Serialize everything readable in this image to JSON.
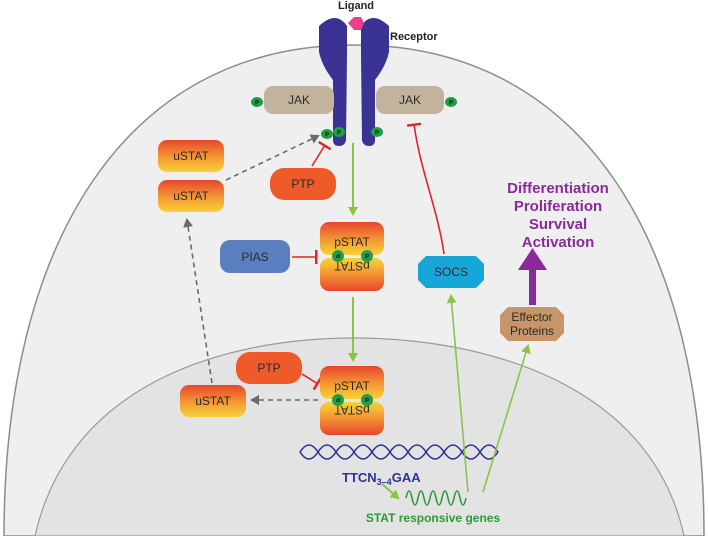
{
  "labels": {
    "ligand": "Ligand",
    "receptor": "Receptor",
    "jak_left": "JAK",
    "jak_right": "JAK",
    "phospho": "P",
    "ustat_1": "uSTAT",
    "ustat_2": "uSTAT",
    "ustat_nucleus": "uSTAT",
    "ptp_cytoplasm": "PTP",
    "ptp_nucleus": "PTP",
    "pias": "PIAS",
    "pstat_cyto_top": "pSTAT",
    "pstat_cyto_bottom": "pSTAT",
    "pstat_nuc_top": "pSTAT",
    "pstat_nuc_bottom": "pSTAT",
    "socs": "SOCS",
    "effector_line1": "Effector",
    "effector_line2": "Proteins",
    "outcome_1": "Differentiation",
    "outcome_2": "Proliferation",
    "outcome_3": "Survival",
    "outcome_4": "Activation",
    "motif_prefix": "TTCN",
    "motif_sub": "3–4",
    "motif_suffix": "GAA",
    "responsive_genes": "STAT responsive genes"
  },
  "colors": {
    "membrane_fill": "#eeeeee",
    "membrane_stroke": "#8c8c8c",
    "nucleus_fill": "#e2e2e2",
    "receptor": "#3a3393",
    "ligand": "#e83f8f",
    "jak": "#c2b49c",
    "phospho": "#1f9e48",
    "stat_top": "#e8452f",
    "stat_bottom": "#f8d23a",
    "ptp": "#ef5a2b",
    "pias": "#5b7ec0",
    "socs": "#16a6d8",
    "effector": "#c6956a",
    "activation_arrow": "#8bc34a",
    "inhibition": "#e0242b",
    "dashed": "#707070",
    "outcome_text": "#8a2a9a",
    "dna": "#2d3394",
    "genes": "#2e9a3a"
  }
}
